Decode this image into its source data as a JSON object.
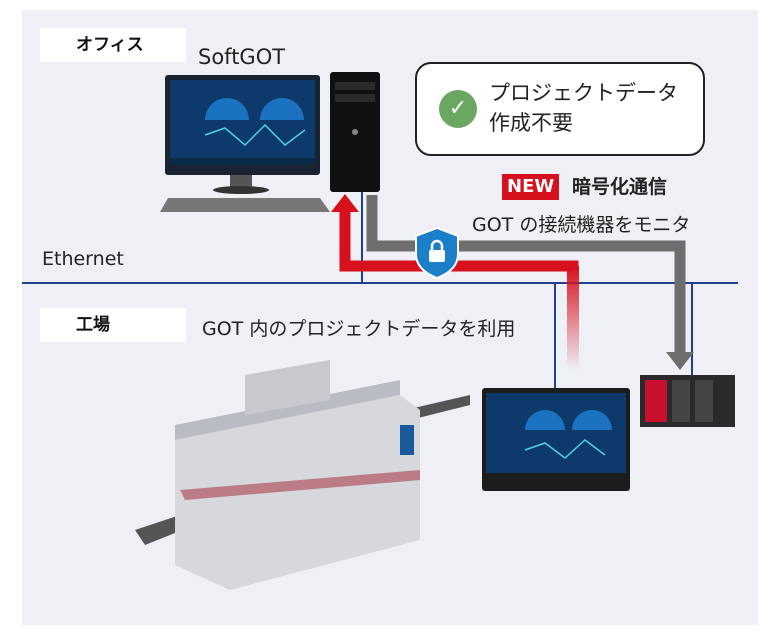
{
  "office": {
    "label": "オフィス",
    "softgot": "SoftGOT"
  },
  "bubble": {
    "icon": "check-circle-icon",
    "line1": "プロジェクトデータ",
    "line2": "作成不要",
    "check_color": "#6aa760"
  },
  "badge": {
    "new": "NEW",
    "title": "暗号化通信"
  },
  "monitor_text": "GOT の接続機器をモニタ",
  "network": {
    "label": "Ethernet",
    "color": "#1f3f8f"
  },
  "factory": {
    "label": "工場",
    "usage_text": "GOT 内のプロジェクトデータを利用"
  },
  "colors": {
    "red_arrow": "#d7101e",
    "gray_arrow": "#6e6e6e",
    "shield": "#1a7fc8"
  }
}
